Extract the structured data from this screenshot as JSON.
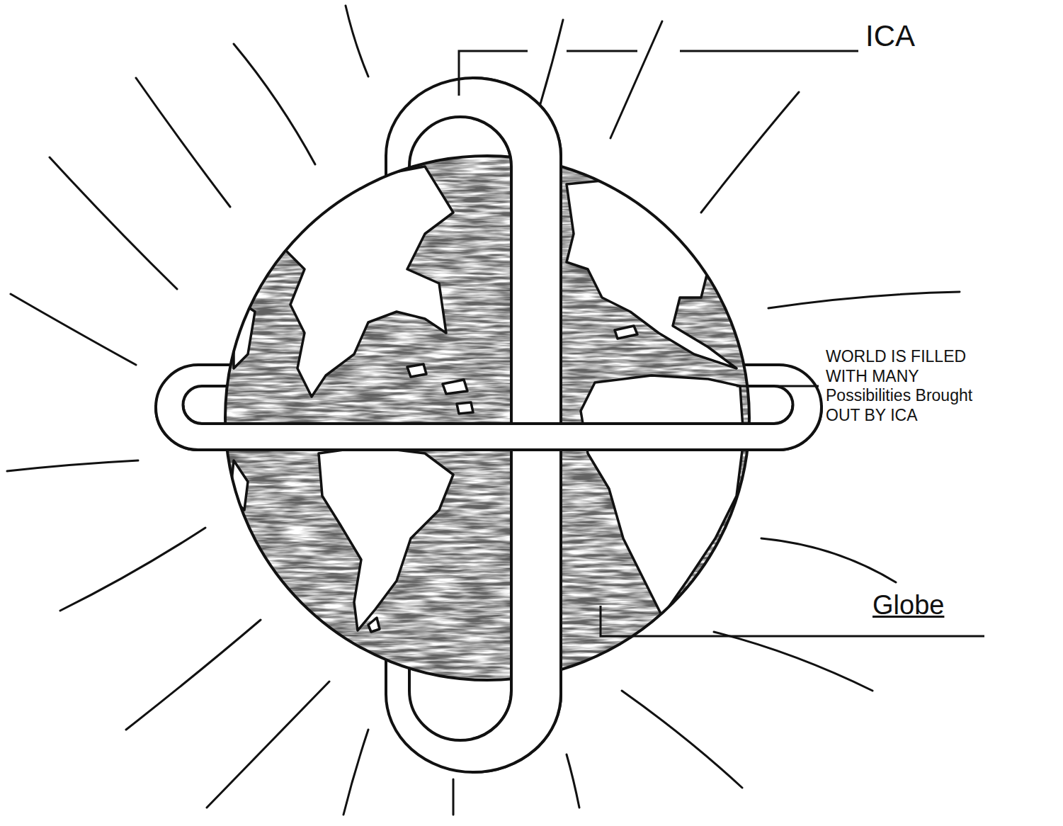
{
  "diagram": {
    "labels": [
      "ICA",
      "WORLD IS FILLED WITH MANY Possibilities Brought OUT BY ICA",
      "Globe"
    ]
  }
}
